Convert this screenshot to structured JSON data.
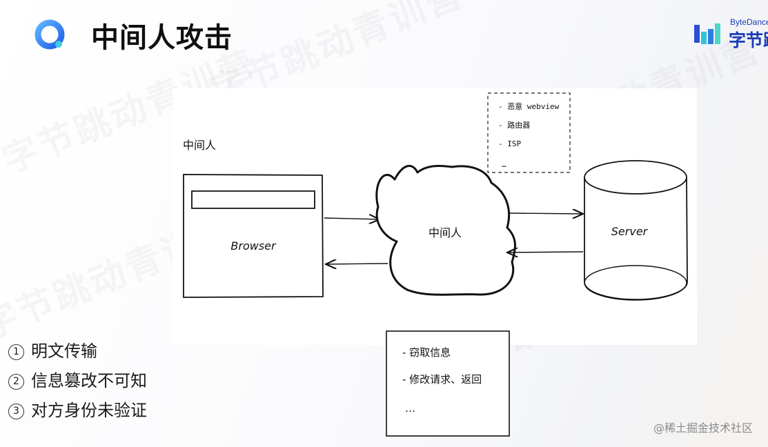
{
  "slide": {
    "title": "中间人攻击",
    "logo_icon": "product-logo-ring-icon",
    "brand": {
      "en": "ByteDance",
      "cn": "字节跳动",
      "icon": "bytedance-bars-icon",
      "color": "#1b3bb8"
    },
    "watermark_text": "字节跳动青训营",
    "accent_color": "#1f6ff2"
  },
  "diagram": {
    "mitm_label": "中间人",
    "browser_label": "Browser",
    "cloud_label": "中间人",
    "server_label": "Server",
    "examples_box": {
      "items": [
        "- 恶意 webview",
        "- 路由器",
        "- ISP",
        "…"
      ]
    },
    "actions_box": {
      "items": [
        "- 窃取信息",
        "- 修改请求、返回",
        "…"
      ]
    }
  },
  "points": [
    {
      "marker": "1",
      "text": "明文传输"
    },
    {
      "marker": "2",
      "text": "信息篡改不可知"
    },
    {
      "marker": "3",
      "text": "对方身份未验证"
    }
  ],
  "footer": {
    "credit": "@稀土掘金技术社区"
  }
}
